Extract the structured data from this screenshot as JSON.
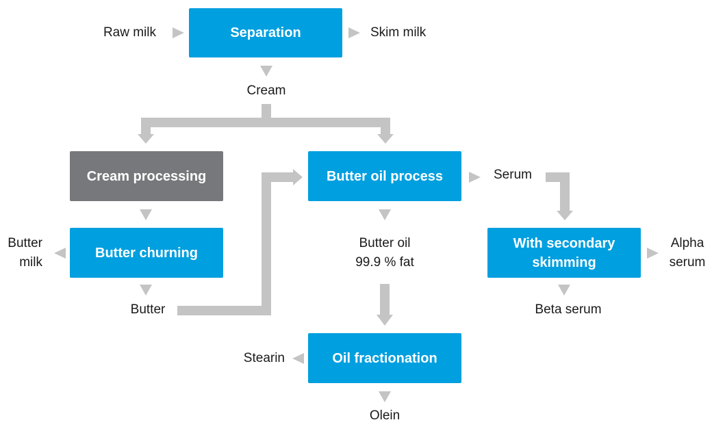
{
  "colors": {
    "process_box": "#009fdf",
    "cream_box": "#77787b",
    "arrow": "#c4c4c4",
    "text": "#1a1a1a"
  },
  "boxes": {
    "separation": "Separation",
    "cream_processing": "Cream processing",
    "butter_churning": "Butter churning",
    "butter_oil_process": "Butter oil process",
    "secondary_skimming": [
      "With secondary",
      "skimming"
    ],
    "oil_fractionation": "Oil fractionation"
  },
  "labels": {
    "raw_milk": "Raw milk",
    "skim_milk": "Skim milk",
    "cream": "Cream",
    "butter_milk": [
      "Butter",
      "milk"
    ],
    "butter": "Butter",
    "serum": "Serum",
    "butter_oil": [
      "Butter oil",
      "99.9 % fat"
    ],
    "alpha_serum": [
      "Alpha",
      "serum"
    ],
    "beta_serum": "Beta serum",
    "stearin": "Stearin",
    "olein": "Olein"
  }
}
